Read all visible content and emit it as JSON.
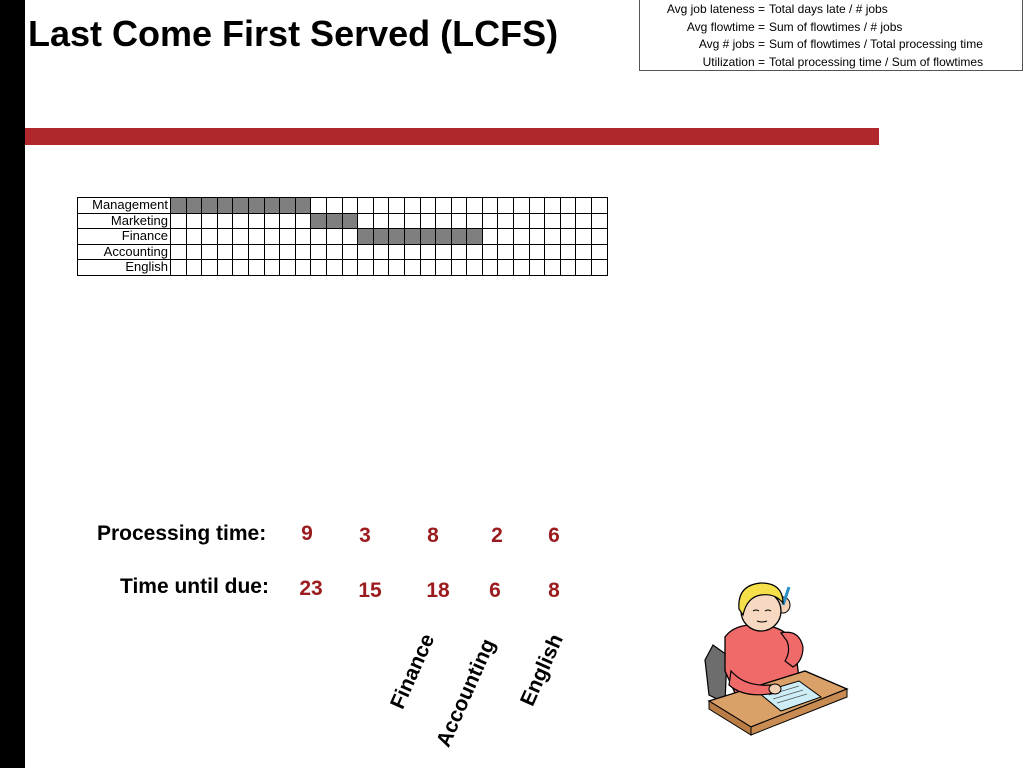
{
  "title": "Last Come First Served (LCFS)",
  "formulas": [
    {
      "lhs": "Avg job lateness =",
      "rhs": "Total days late / # jobs"
    },
    {
      "lhs": "Avg flowtime =",
      "rhs": "Sum of flowtimes / # jobs"
    },
    {
      "lhs": "Avg # jobs =",
      "rhs": "Sum of flowtimes / Total processing time"
    },
    {
      "lhs": "Utilization =",
      "rhs": "Total processing time / Sum of flowtimes"
    }
  ],
  "gantt": {
    "num_columns": 28,
    "rows": [
      {
        "label": "Management",
        "start": 0,
        "length": 9
      },
      {
        "label": "Marketing",
        "start": 9,
        "length": 3
      },
      {
        "label": "Finance",
        "start": 12,
        "length": 8
      },
      {
        "label": "Accounting",
        "start": 0,
        "length": 0
      },
      {
        "label": "English",
        "start": 0,
        "length": 0
      }
    ],
    "fill_color": "#7f7f7f"
  },
  "processing_time": {
    "label": "Processing time:",
    "values": [
      "9",
      "3",
      "8",
      "2",
      "6"
    ]
  },
  "time_until_due": {
    "label": "Time until due:",
    "values": [
      "23",
      "15",
      "18",
      "6",
      "8"
    ]
  },
  "rotated_labels": [
    "Finance",
    "Accounting",
    "English"
  ],
  "colors": {
    "accent_red": "#b0282e",
    "number_red": "#9b1b1f",
    "side_bar": "#000000"
  },
  "clipart_icon": "student-at-desk-icon"
}
